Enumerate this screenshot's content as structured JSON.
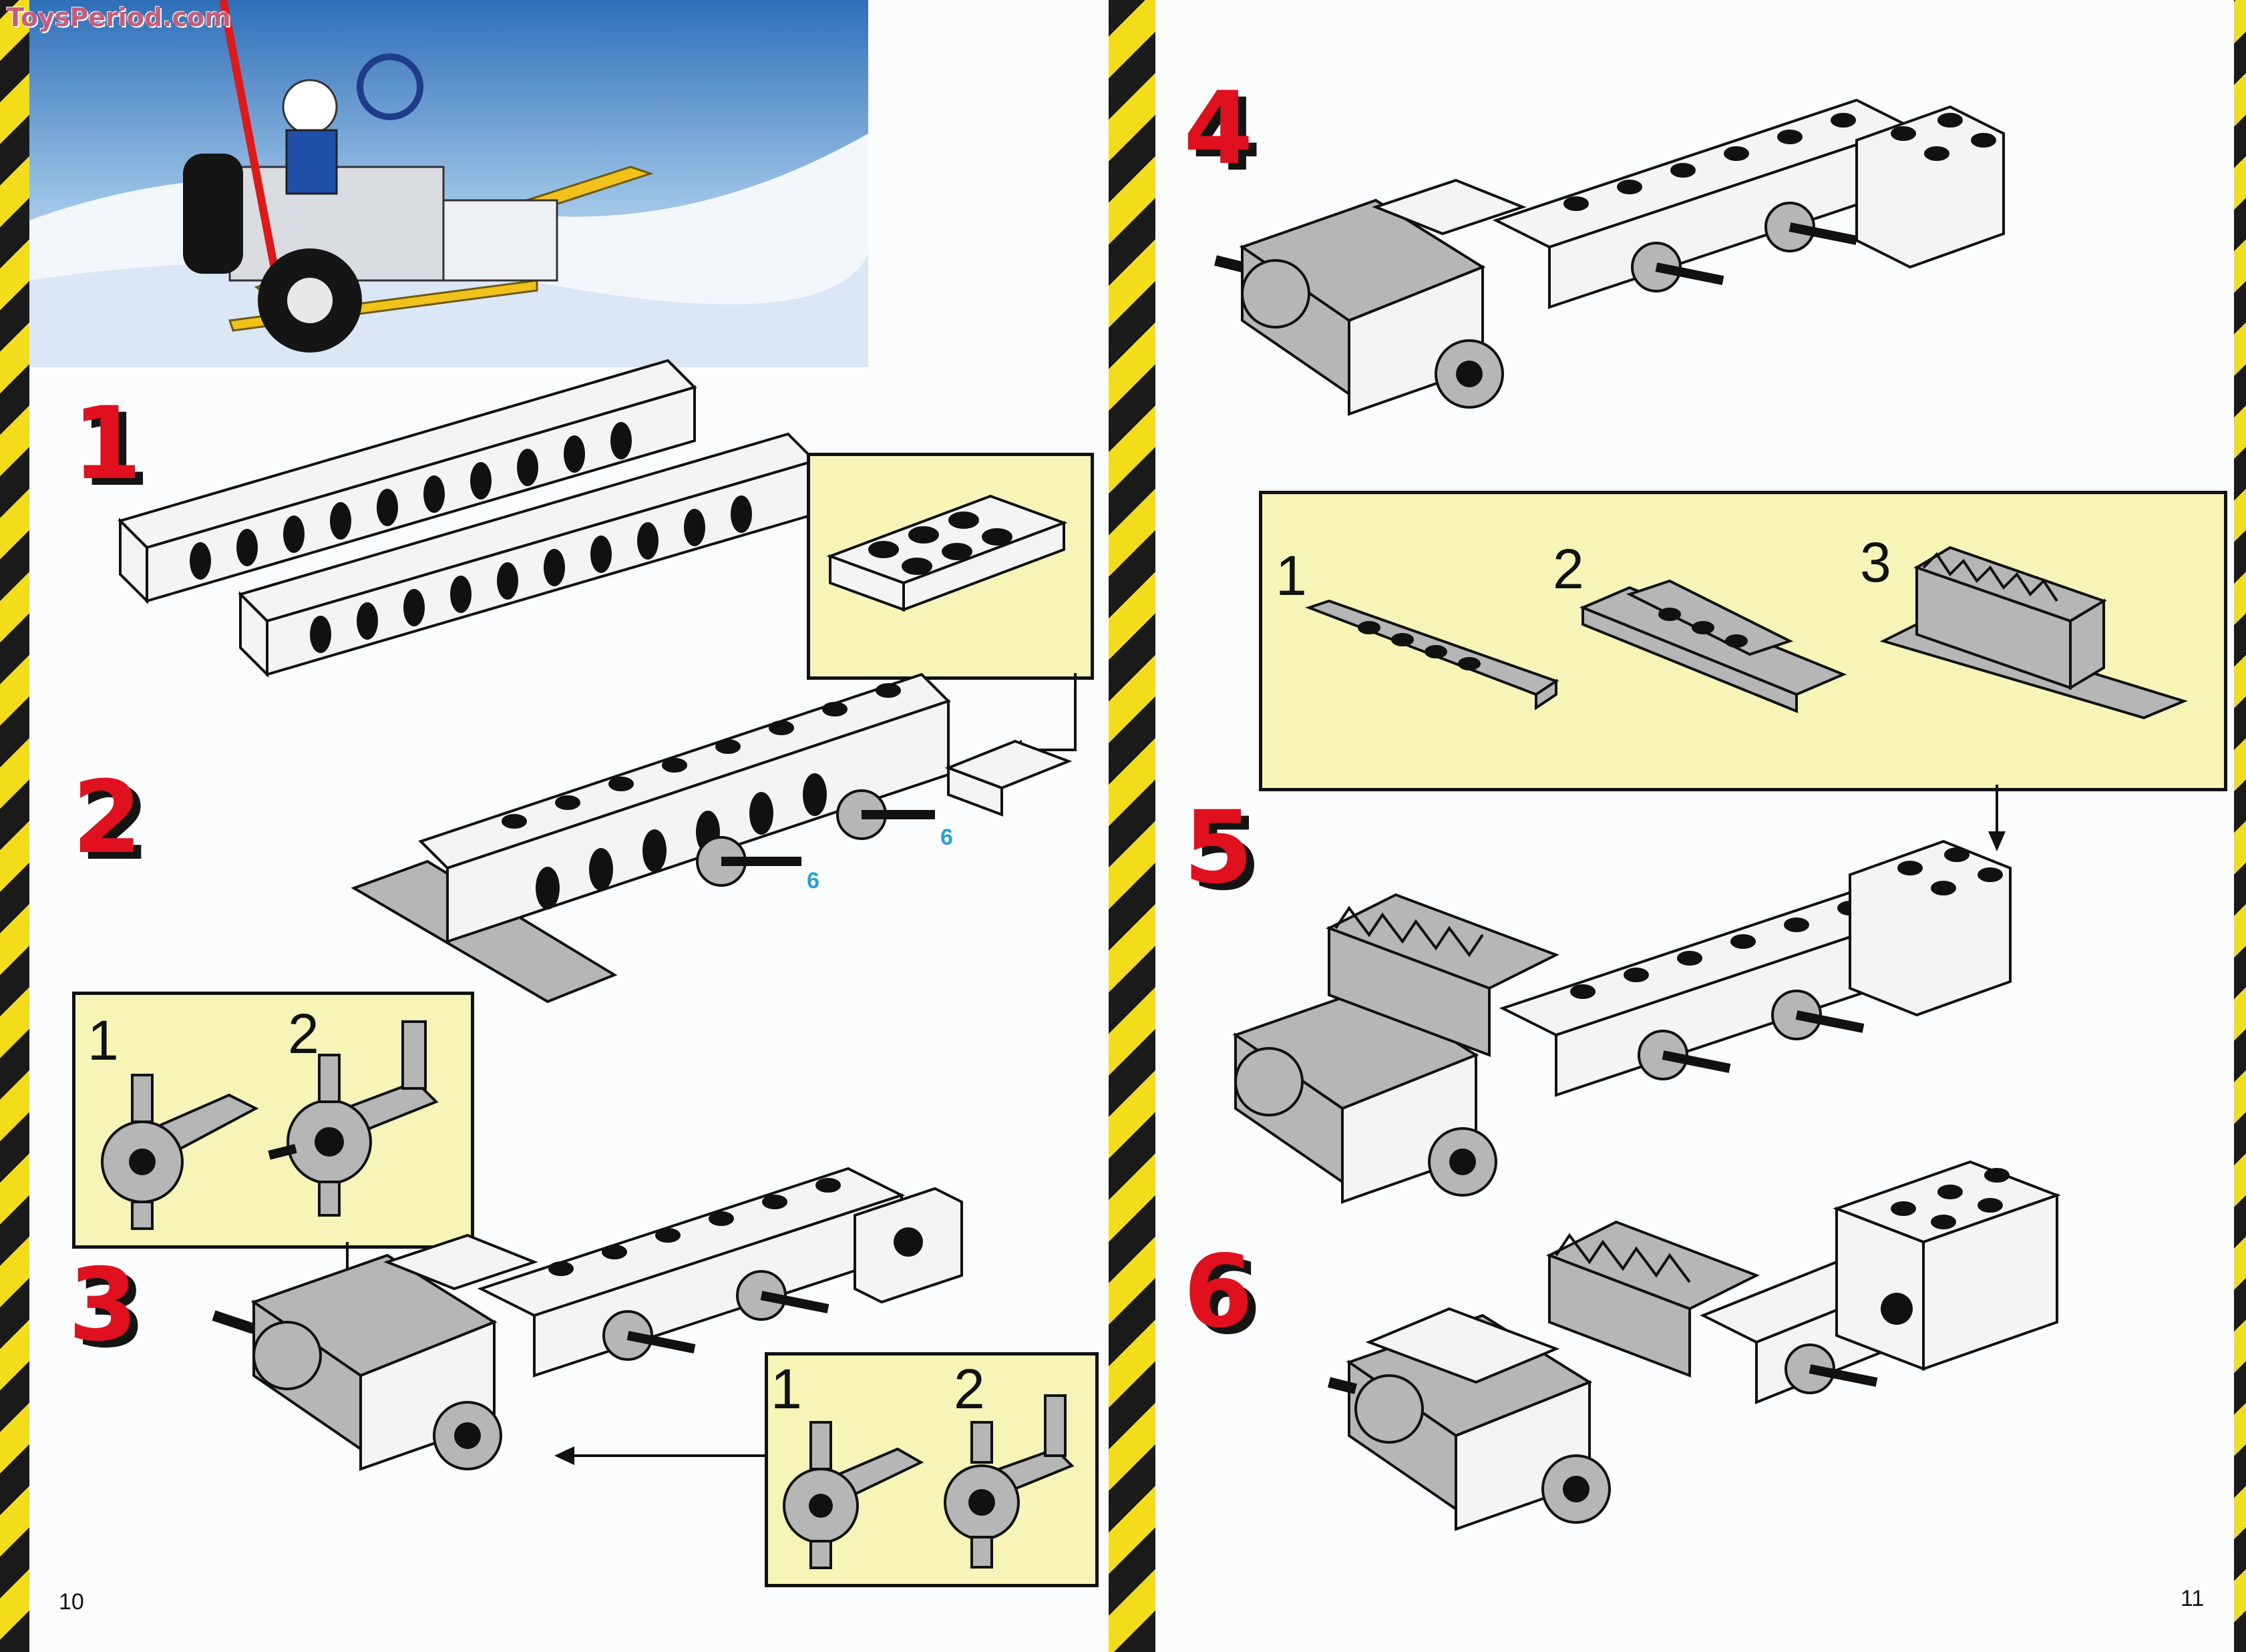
{
  "watermark": "ToysPeriod.com",
  "left_page": {
    "page_number": "10",
    "steps": [
      "1",
      "2",
      "3"
    ],
    "axle_refs": [
      "6",
      "6"
    ],
    "inset_step3_top": {
      "labels": [
        "1",
        "2"
      ]
    },
    "inset_step3_bottom": {
      "labels": [
        "1",
        "2"
      ]
    }
  },
  "right_page": {
    "page_number": "11",
    "steps": [
      "4",
      "5",
      "6"
    ],
    "inset_step5": {
      "labels": [
        "1",
        "2",
        "3"
      ]
    }
  },
  "colors": {
    "hazard_yellow": "#f3dc19",
    "hazard_black": "#1a1a1a",
    "step_red": "#e0101e",
    "inset_yellow": "#f7f4b8",
    "axle_ref_blue": "#2a9fd8",
    "part_gray": "#b6b6b6"
  }
}
